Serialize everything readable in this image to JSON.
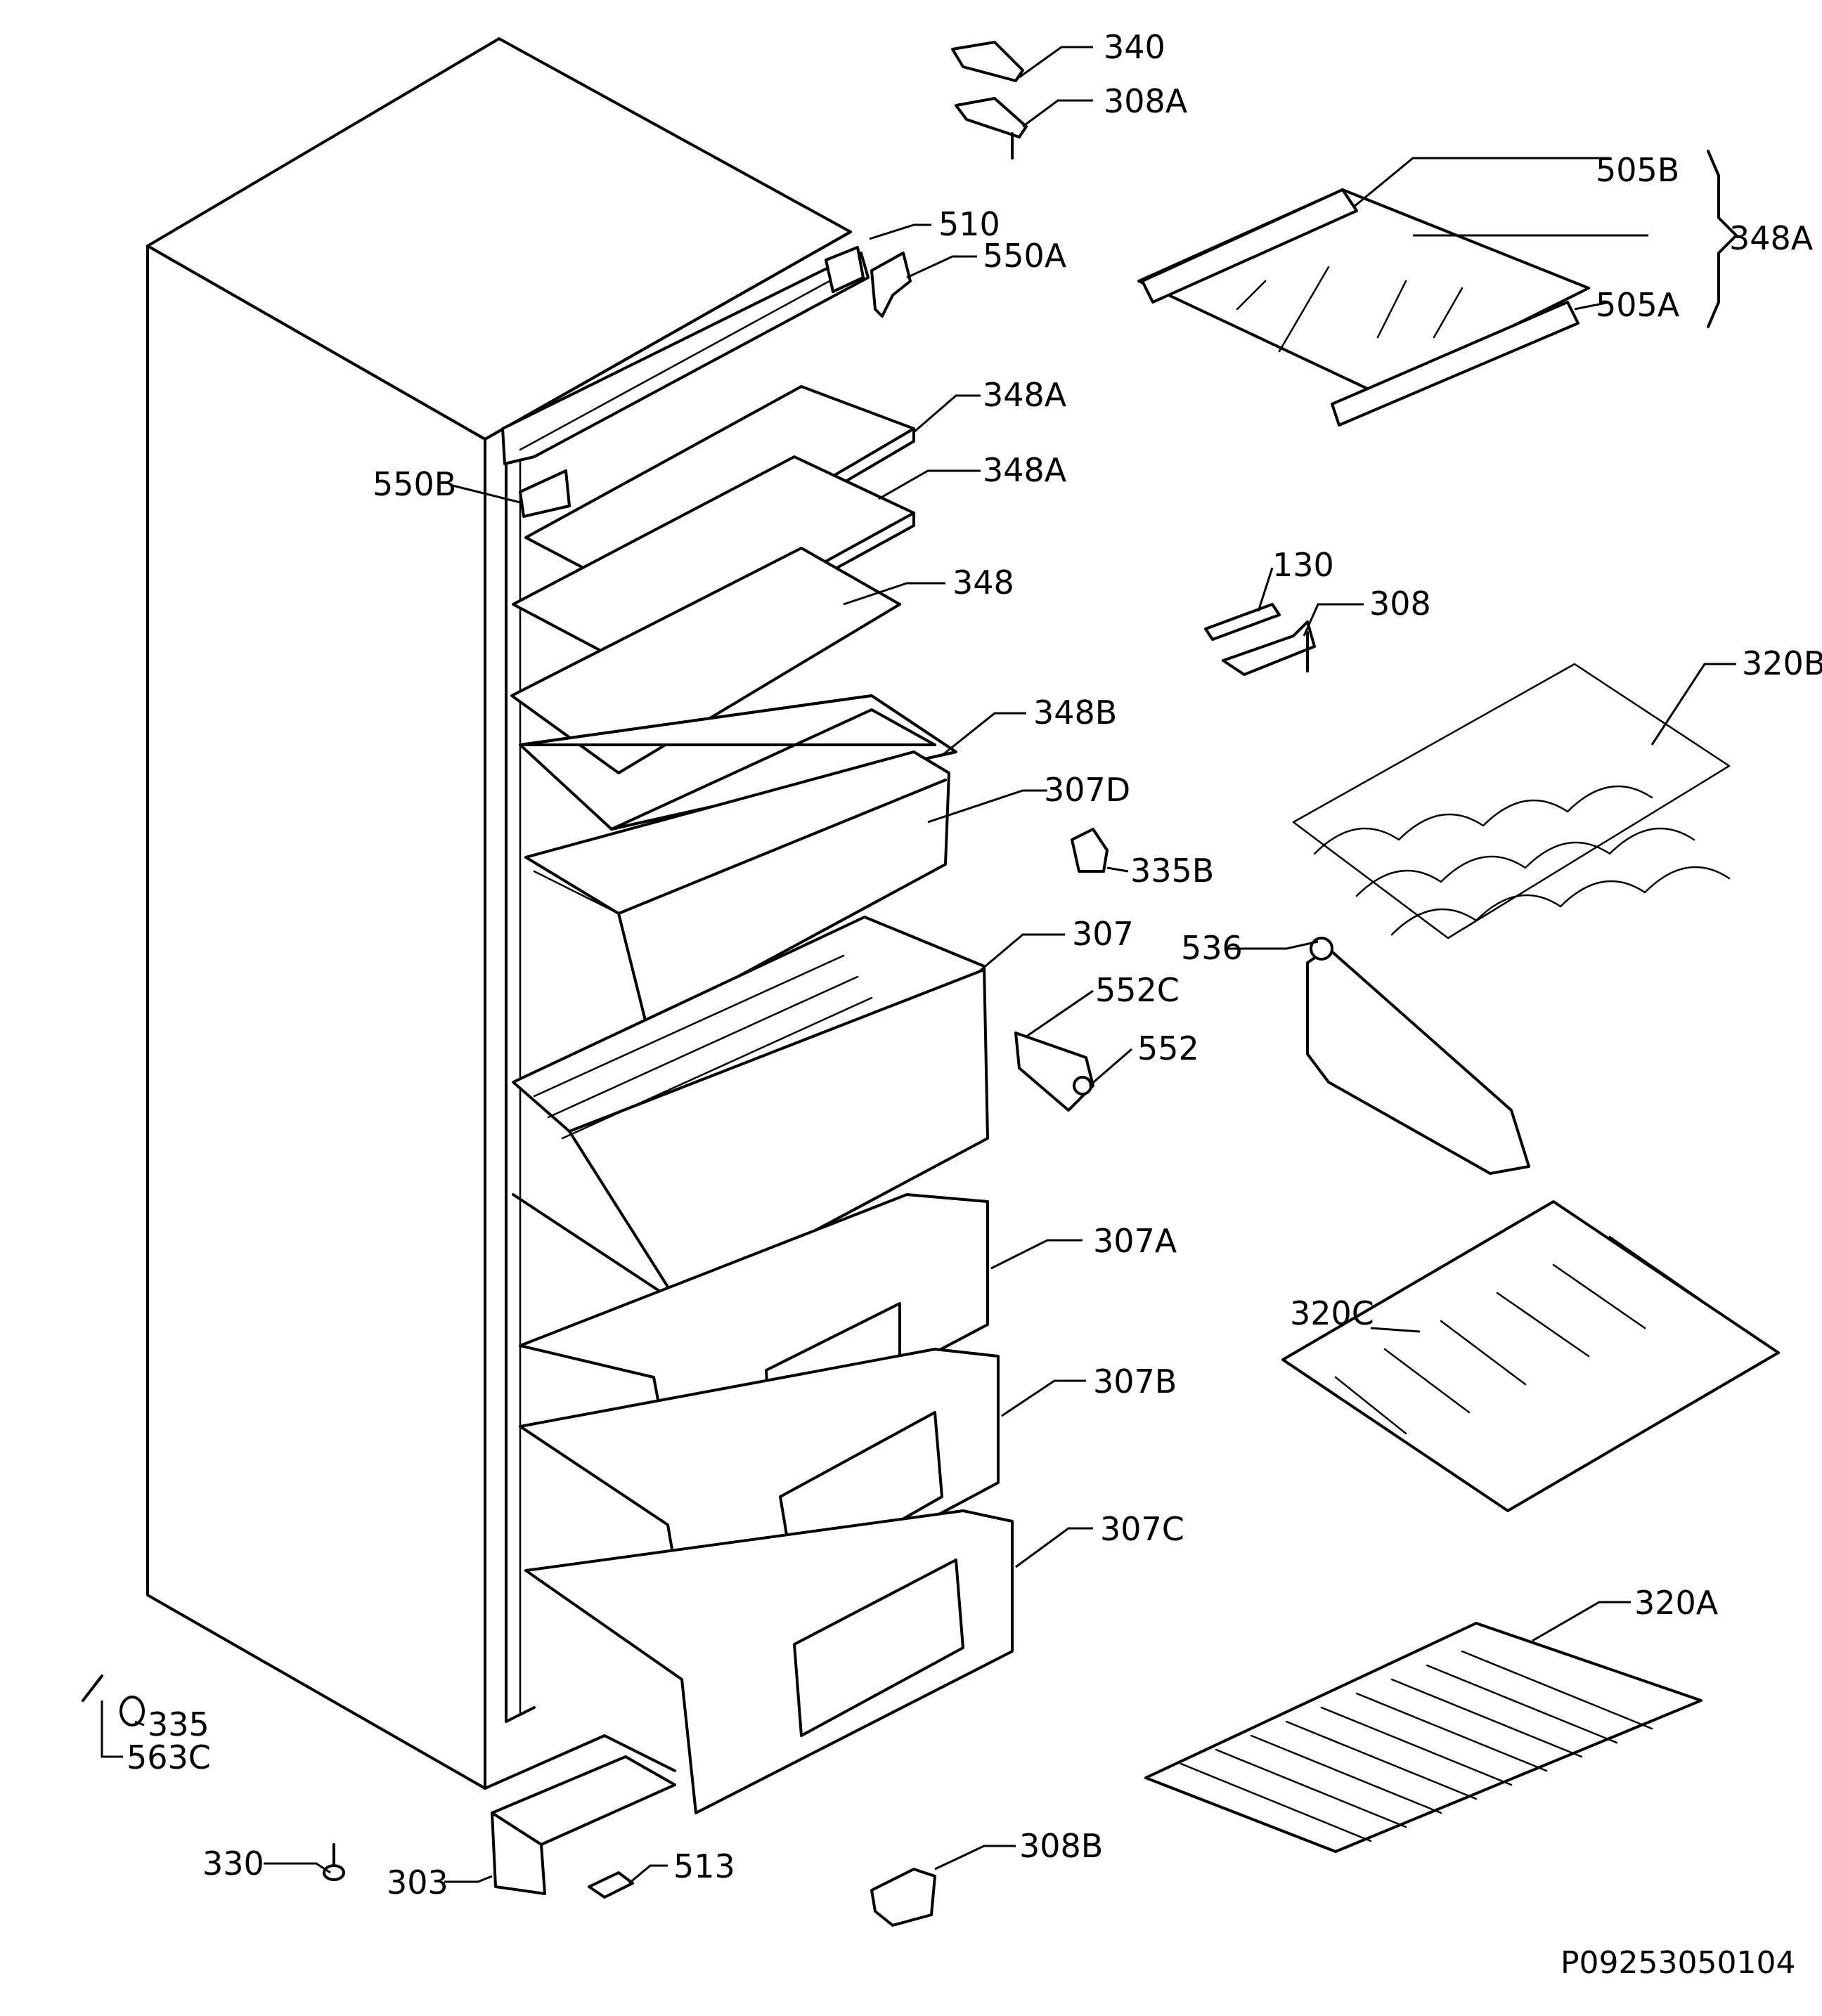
{
  "drawing_code": "P09253050104",
  "parts": {
    "p340": "340",
    "p308A": "308A",
    "p505B": "505B",
    "p348A_bracket": "348A",
    "p505A": "505A",
    "p510": "510",
    "p550A": "550A",
    "p348A_1": "348A",
    "p348A_2": "348A",
    "p550B": "550B",
    "p348": "348",
    "p348B": "348B",
    "p307D": "307D",
    "p130": "130",
    "p308": "308",
    "p320B": "320B",
    "p335B": "335B",
    "p307": "307",
    "p536": "536",
    "p552C": "552C",
    "p552": "552",
    "p307A": "307A",
    "p320C": "320C",
    "p307B": "307B",
    "p307C": "307C",
    "p320A": "320A",
    "p335": "335",
    "p563C": "563C",
    "p330": "330",
    "p303": "303",
    "p513": "513",
    "p308B": "308B"
  }
}
